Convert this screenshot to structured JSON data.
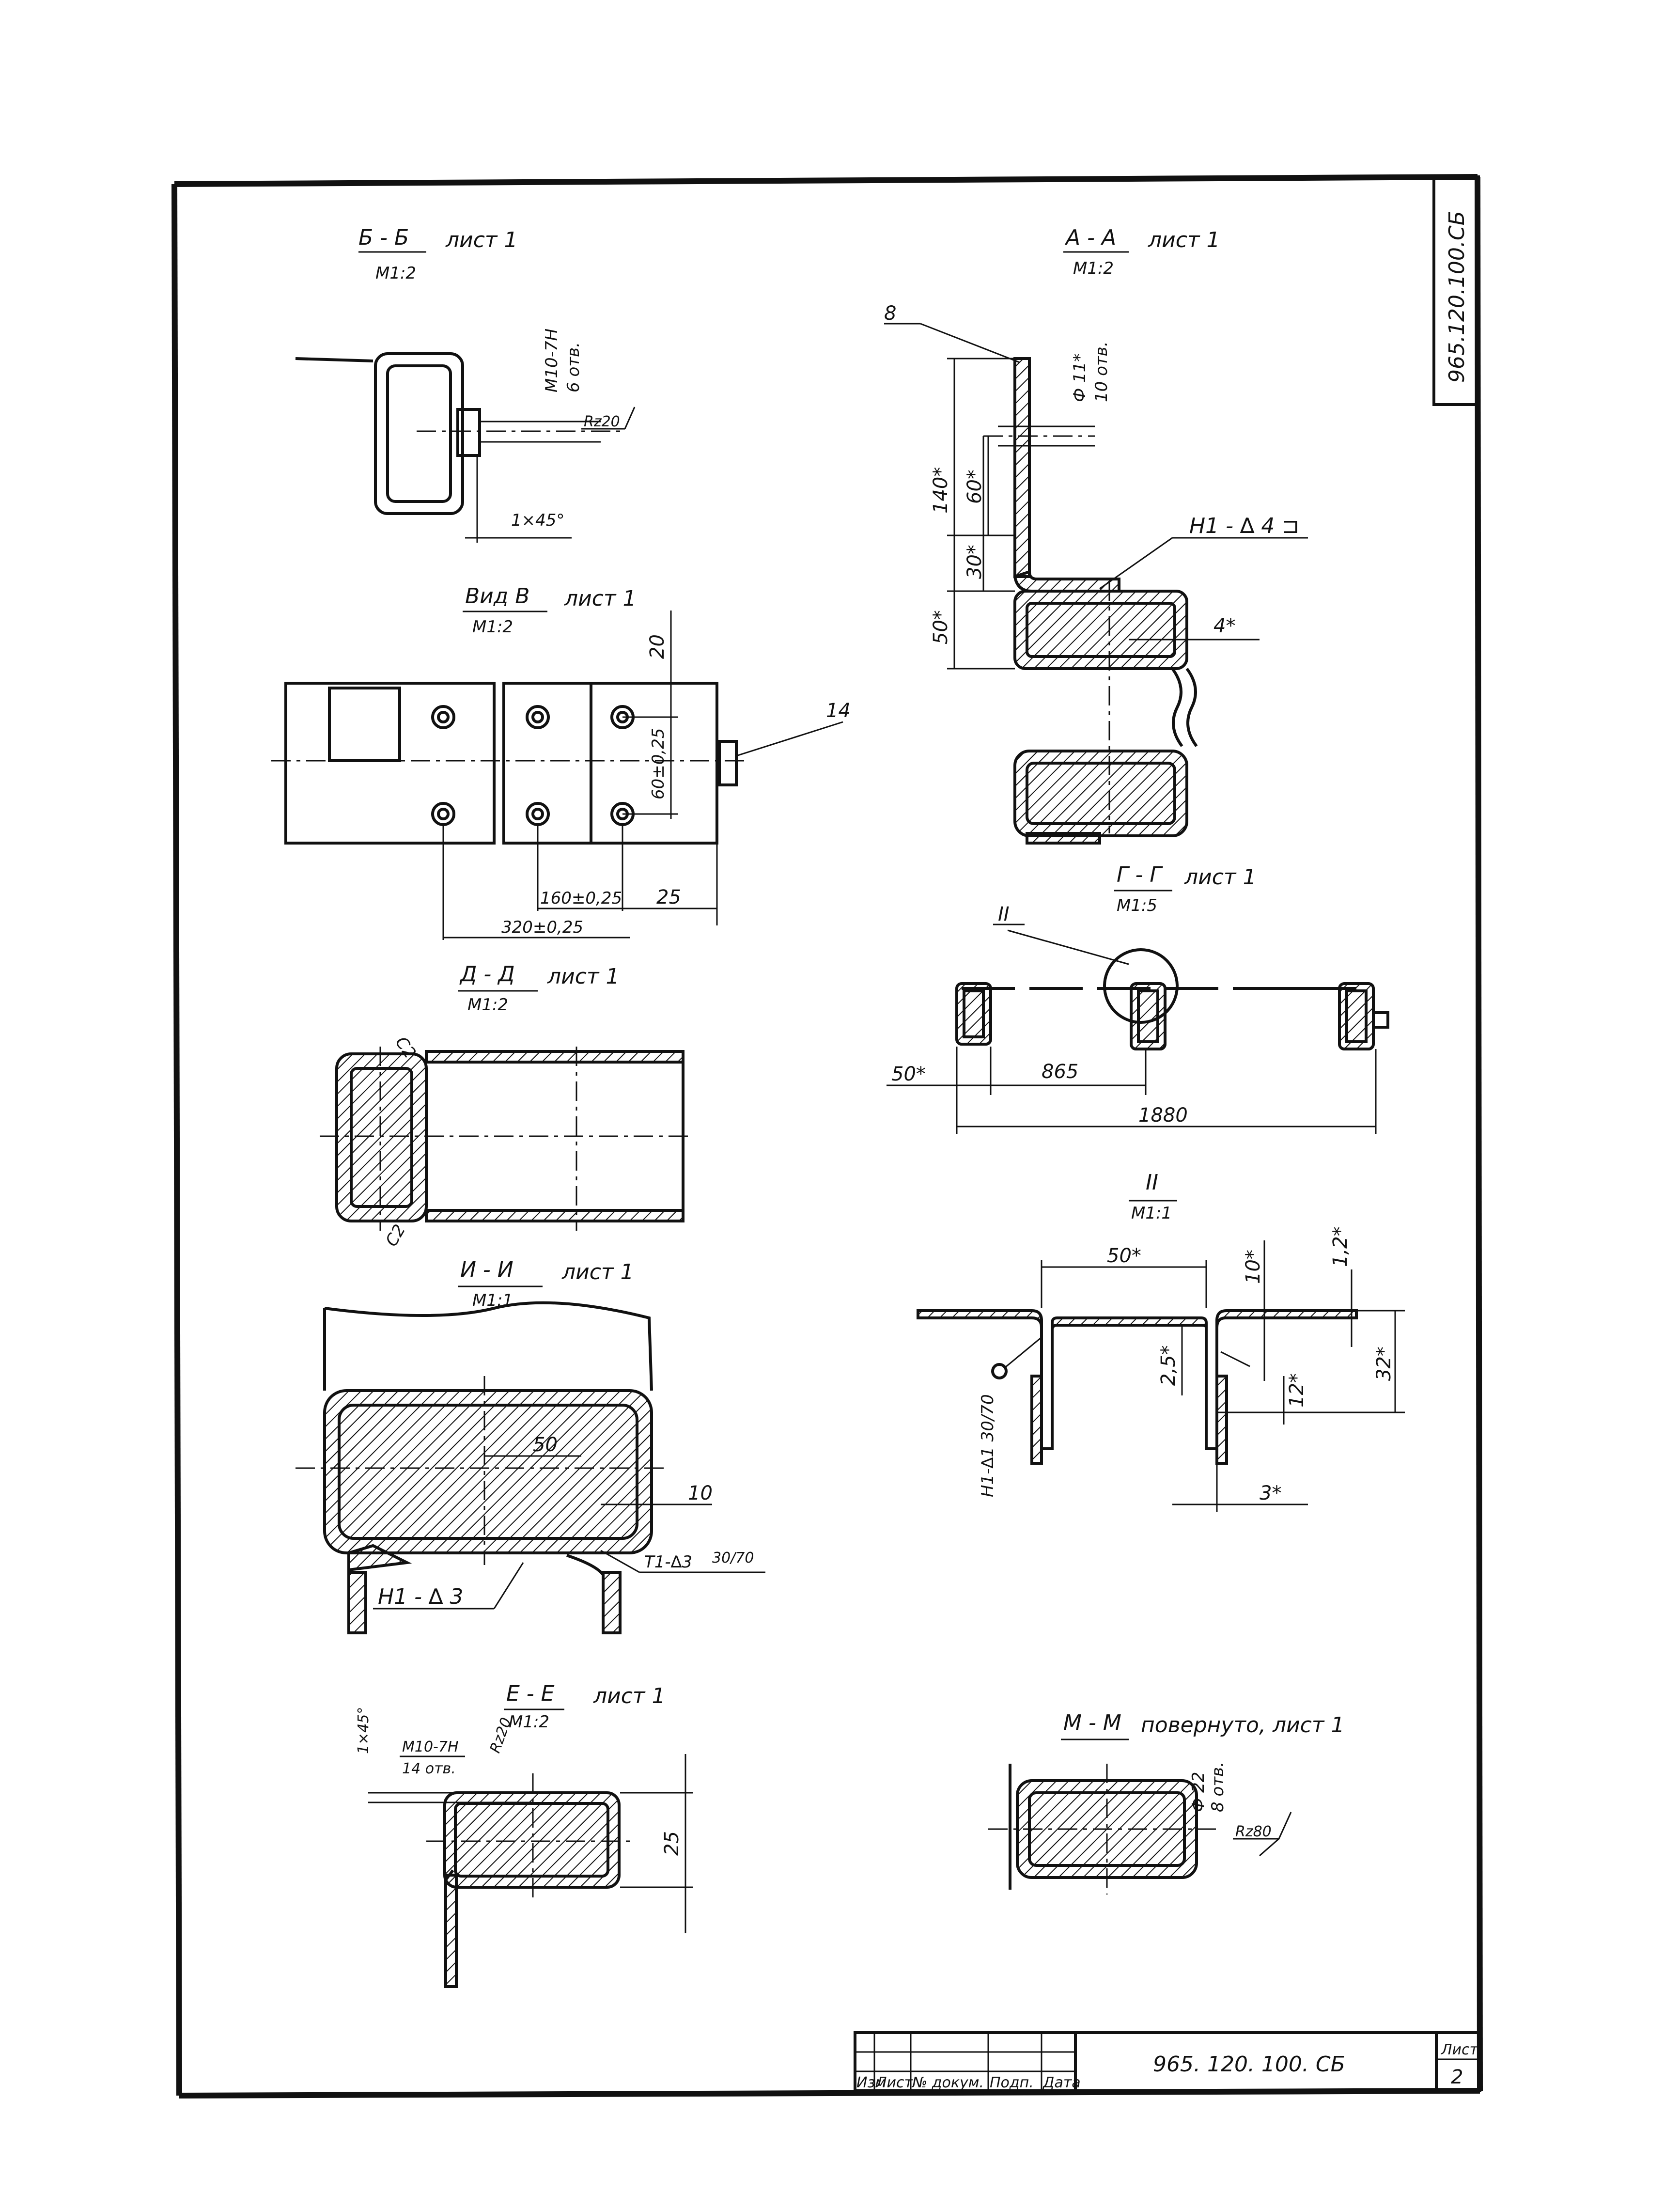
{
  "doc_number": "965.120.100.СБ",
  "title_block": {
    "doc_number": "965. 120. 100. СБ",
    "sheet_label": "Лист",
    "sheet_number": "2",
    "columns": [
      "Изм",
      "Лист",
      "№ докум.",
      "Подп.",
      "Дата"
    ]
  },
  "views": {
    "bb": {
      "title": "Б - Б",
      "sheet": "лист 1",
      "scale": "М1:2",
      "thread": "М10-7Н",
      "holes": "6 отв.",
      "roughness": "Rz20",
      "chamfer": "1×45°"
    },
    "vv": {
      "title": "Вид В",
      "sheet": "лист 1",
      "scale": "М1:2",
      "dim_20": "20",
      "dim_60": "60±0,25",
      "dim_160": "160±0,25",
      "dim_25": "25",
      "dim_320": "320±0,25",
      "pos_14": "14"
    },
    "dd": {
      "title": "Д - Д",
      "sheet": "лист 1",
      "scale": "М1:2",
      "c2_top": "С2",
      "c2_bottom": "С2"
    },
    "ii": {
      "title": "И - И",
      "sheet": "лист 1",
      "scale": "М1:1",
      "dim_50": "50",
      "dim_10": "10",
      "weld_t1": "Т1-∆3",
      "weld_t1_frac": "30/70",
      "weld_h1": "Н1 - ∆ 3"
    },
    "ee": {
      "title": "Е - Е",
      "sheet": "лист 1",
      "scale": "М1:2",
      "chamfer": "1×45°",
      "thread": "М10-7Н",
      "holes": "14 отв.",
      "roughness": "Rz20",
      "dim_25": "25"
    },
    "aa": {
      "title": "А - А",
      "sheet": "лист 1",
      "scale": "М1:2",
      "pos_8": "8",
      "hole": "Ф 11*",
      "holes": "10 отв.",
      "dim_140": "140*",
      "dim_60": "60*",
      "dim_30": "30*",
      "dim_50": "50*",
      "weld": "Н1 - ∆ 4 ⊐",
      "dim_4": "4*"
    },
    "gg": {
      "title": "Г - Г",
      "sheet": "лист 1",
      "scale": "М1:5",
      "detail": "II",
      "dim_50": "50*",
      "dim_865": "865",
      "dim_1880": "1880"
    },
    "ii2": {
      "title": "II",
      "scale": "М1:1",
      "dim_50": "50*",
      "dim_10": "10*",
      "dim_12t": "1,2*",
      "dim_25": "2,5*",
      "dim_12": "12*",
      "dim_32": "32*",
      "dim_3": "3*",
      "weld": "Н1-∆1 30/70"
    },
    "mm": {
      "title": "М - М",
      "note": "повернуто, лист 1",
      "hole": "Ф 22",
      "holes": "8 отв.",
      "roughness": "Rz80"
    }
  }
}
